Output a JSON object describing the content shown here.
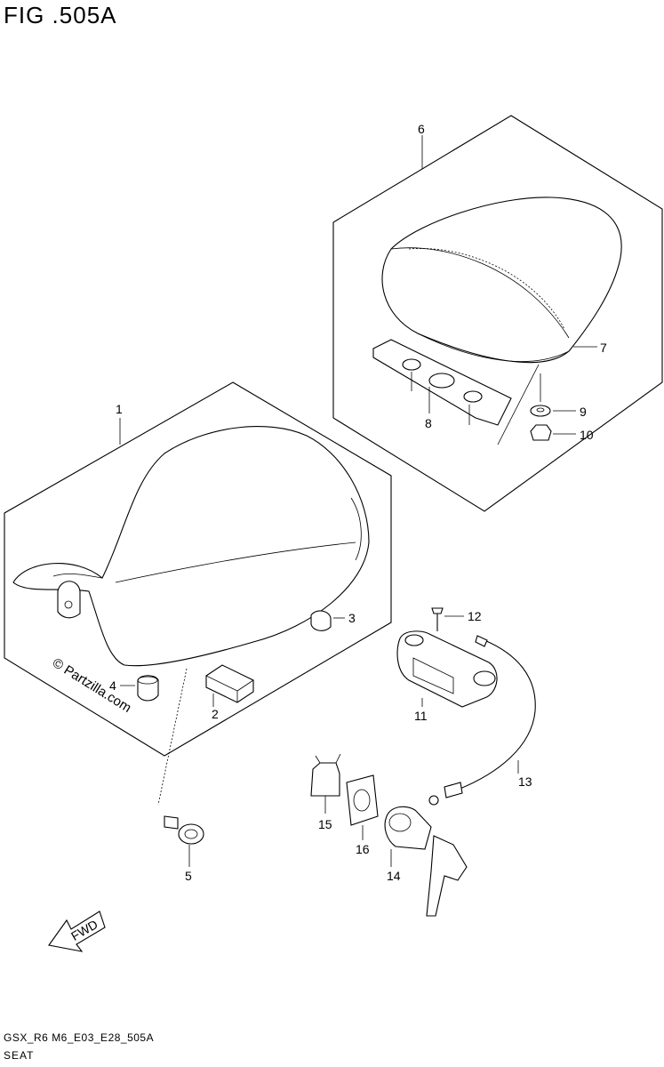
{
  "figure": {
    "title": "FIG .505A",
    "footer_code": "GSX_R6 M6_E03_E28_505A",
    "footer_name": "SEAT",
    "watermark": "© Partzilla.com",
    "fwd_label": "FWD"
  },
  "callouts": [
    "1",
    "2",
    "3",
    "4",
    "5",
    "6",
    "7",
    "8",
    "9",
    "10",
    "11",
    "12",
    "13",
    "14",
    "15",
    "16"
  ]
}
